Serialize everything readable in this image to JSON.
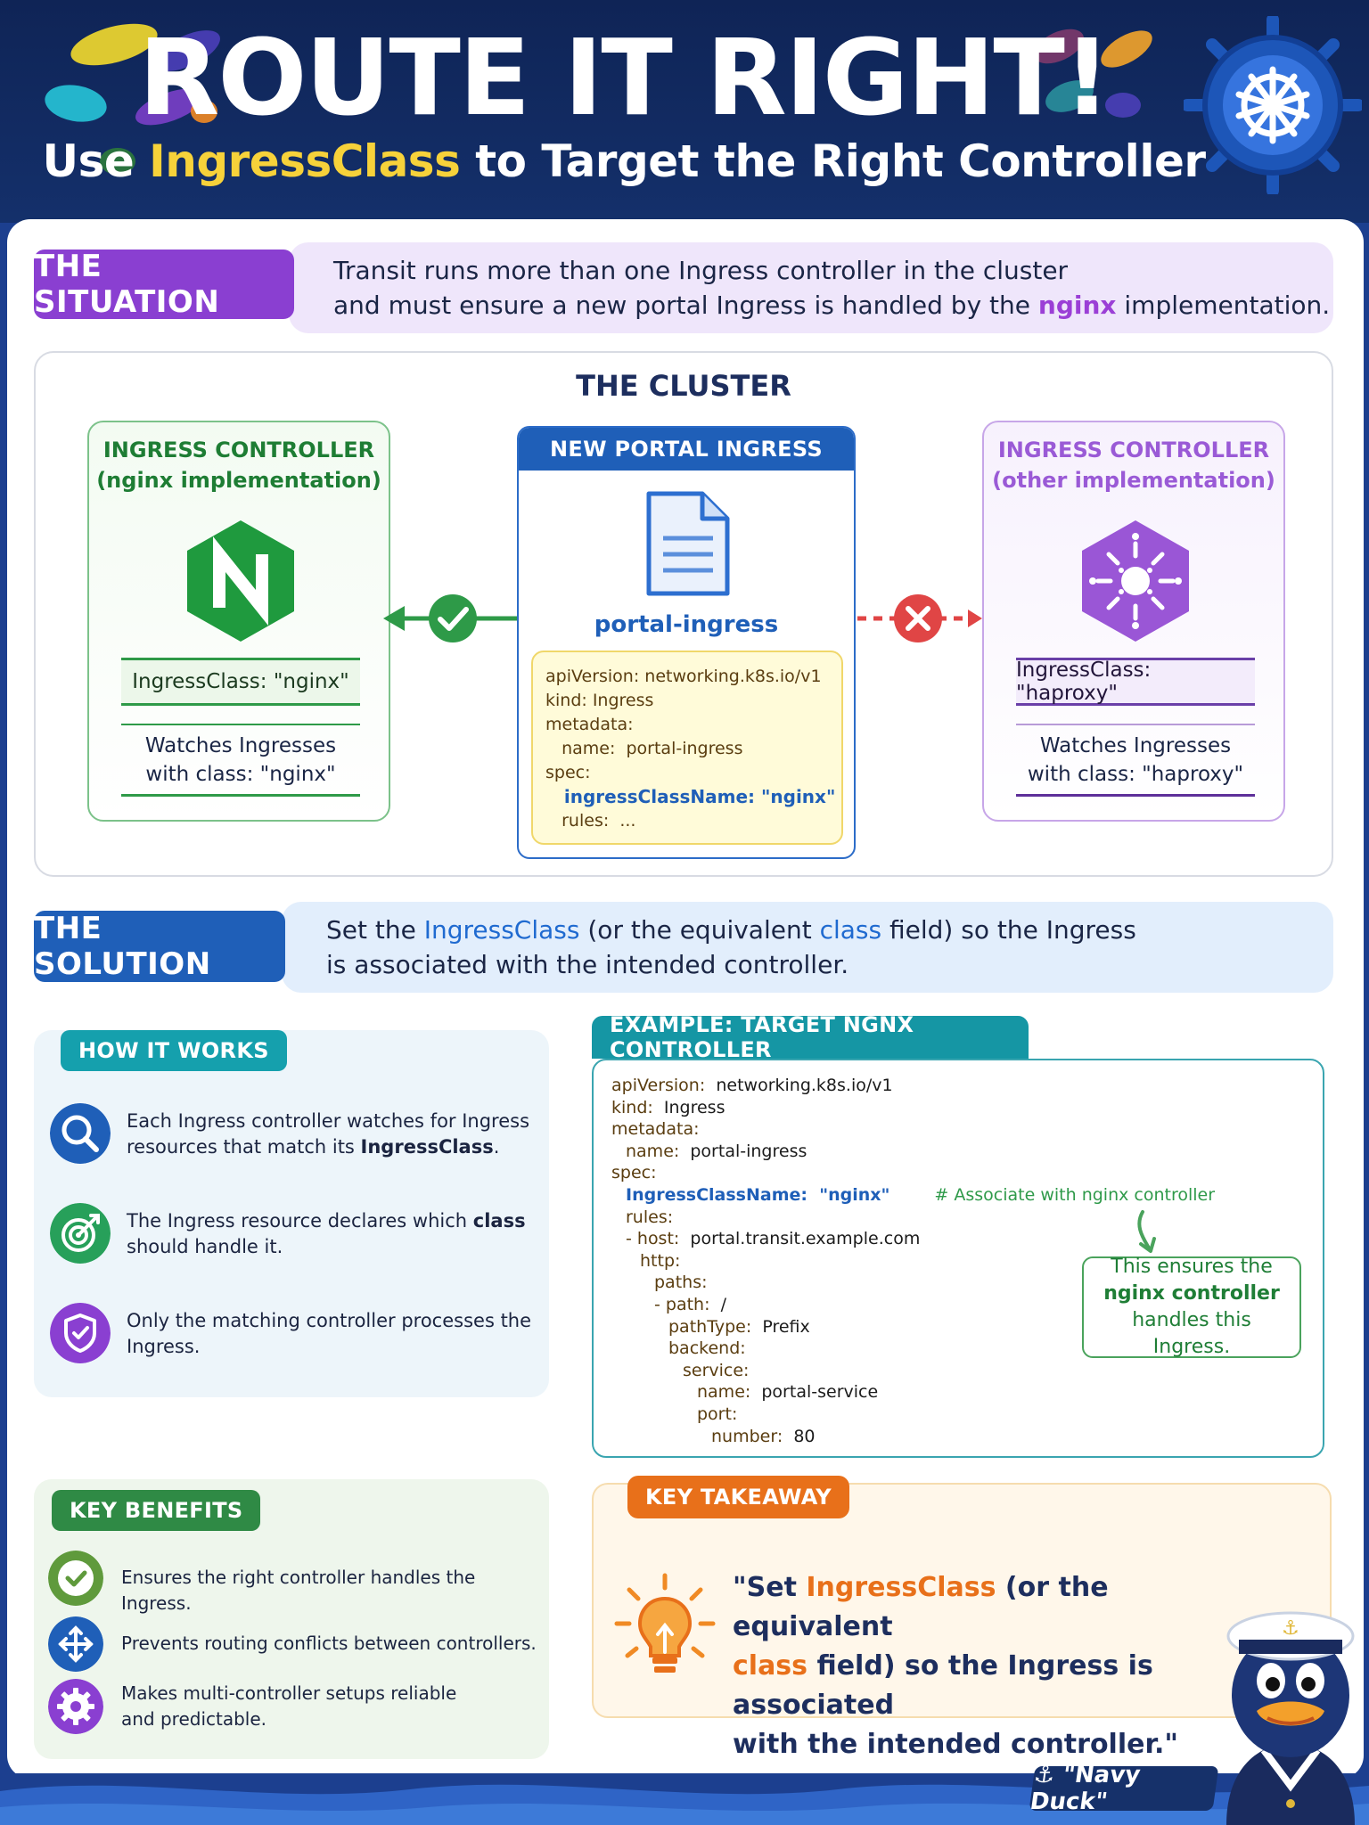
{
  "header": {
    "title": "ROUTE IT RIGHT!",
    "subtitle_pre": "Use ",
    "subtitle_highlight": "IngressClass",
    "subtitle_post": " to Target the Right Controller"
  },
  "situation": {
    "label": "THE SITUATION",
    "line1": "Transit runs more than one Ingress controller in the cluster",
    "line2_pre": "and must ensure a new portal Ingress is handled by the ",
    "line2_highlight": "nginx",
    "line2_post": " implementation."
  },
  "cluster": {
    "title": "THE CLUSTER",
    "left": {
      "head1": "INGRESS CONTROLLER",
      "head2": "(nginx implementation)",
      "class_label": "IngressClass: \"nginx\"",
      "watch1": "Watches Ingresses",
      "watch2": "with class: \"nginx\""
    },
    "center": {
      "head": "NEW PORTAL INGRESS",
      "name": "portal-ingress",
      "yaml": [
        "apiVersion:  networking.k8s.io/v1",
        "kind:  Ingress",
        "metadata:",
        "   name:  portal-ingress",
        "spec:",
        "   ingressClassName: \"nginx\"",
        "   rules:  ..."
      ]
    },
    "right": {
      "head1": "INGRESS CONTROLLER",
      "head2": "(other implementation)",
      "class_label": "IngressClass: \"haproxy\"",
      "watch1": "Watches Ingresses",
      "watch2": "with class: \"haproxy\""
    }
  },
  "solution": {
    "label": "THE SOLUTION",
    "pre": "Set the ",
    "hl1": "IngressClass",
    "mid": " (or the equivalent ",
    "hl2": "class",
    "post": " field) so the Ingress",
    "line2": "is associated with the intended controller."
  },
  "how": {
    "label": "HOW IT WORKS",
    "steps": [
      {
        "pre": "Each Ingress controller watches for Ingress resources that match its ",
        "bold": "IngressClass",
        "post": "."
      },
      {
        "pre": "The Ingress resource declares which ",
        "bold": "class",
        "post": " should handle it."
      },
      {
        "pre": "Only the matching controller processes the Ingress.",
        "bold": "",
        "post": ""
      }
    ]
  },
  "example": {
    "label": "EXAMPLE: TARGET NGNX CONTROLLER",
    "lines": [
      {
        "k": "apiVersion:  ",
        "v": "networking.k8s.io/v1",
        "indent": 0
      },
      {
        "k": "kind:  ",
        "v": "Ingress",
        "indent": 0
      },
      {
        "k": "metadata:",
        "v": "",
        "indent": 0
      },
      {
        "k": "name:  ",
        "v": "portal-ingress",
        "indent": 1
      },
      {
        "k": "spec:",
        "v": "",
        "indent": 0
      },
      {
        "k": "IngressClassName:  \"nginx\"",
        "v": "",
        "indent": 1,
        "special": true,
        "comment": "# Associate with nginx controller"
      },
      {
        "k": "rules:",
        "v": "",
        "indent": 1
      },
      {
        "k": "- host:  ",
        "v": "portal.transit.example.com",
        "indent": 1
      },
      {
        "k": "http:",
        "v": "",
        "indent": 2
      },
      {
        "k": "paths:",
        "v": "",
        "indent": 3
      },
      {
        "k": "- path:  ",
        "v": "/",
        "indent": 3
      },
      {
        "k": "pathType:  ",
        "v": "Prefix",
        "indent": 4
      },
      {
        "k": "backend:",
        "v": "",
        "indent": 4
      },
      {
        "k": "service:",
        "v": "",
        "indent": 5
      },
      {
        "k": "name:  ",
        "v": "portal-service",
        "indent": 6
      },
      {
        "k": "port:",
        "v": "",
        "indent": 6
      },
      {
        "k": "number:  ",
        "v": "80",
        "indent": 7
      }
    ],
    "note1": "This ensures the",
    "note2": "nginx controller",
    "note3": "handles this Ingress."
  },
  "benefits": {
    "label": "KEY BENEFITS",
    "items": [
      "Ensures the right controller handles the Ingress.",
      "Prevents routing conflicts between controllers.",
      "Makes multi-controller setups reliable and predictable."
    ]
  },
  "takeaway": {
    "label": "KEY TAKEAWAY",
    "q1": "\"Set ",
    "q_hl1": "IngressClass",
    "q2": " (or the equivalent",
    "q_hl2": "class",
    "q3": " field) so the Ingress is associated",
    "q4": "with the intended controller.\""
  },
  "mascot": {
    "label": "⚓ \"Navy Duck\""
  },
  "colors": {
    "navy": "#0f2456",
    "purple": "#8a3fd1",
    "blue": "#1f5fb8",
    "green": "#2f9a48",
    "teal": "#1596a4",
    "orange": "#e8701a",
    "highlight_yellow": "#f7d23a"
  },
  "icons": [
    "ship-wheel-icon",
    "nginx-logo-icon",
    "controller-gear-icon",
    "document-icon",
    "check-icon",
    "x-icon",
    "search-icon",
    "target-icon",
    "shield-icon",
    "checkmark-icon",
    "routing-arrows-icon",
    "gear-icon",
    "lightbulb-icon",
    "duck-mascot-icon"
  ]
}
